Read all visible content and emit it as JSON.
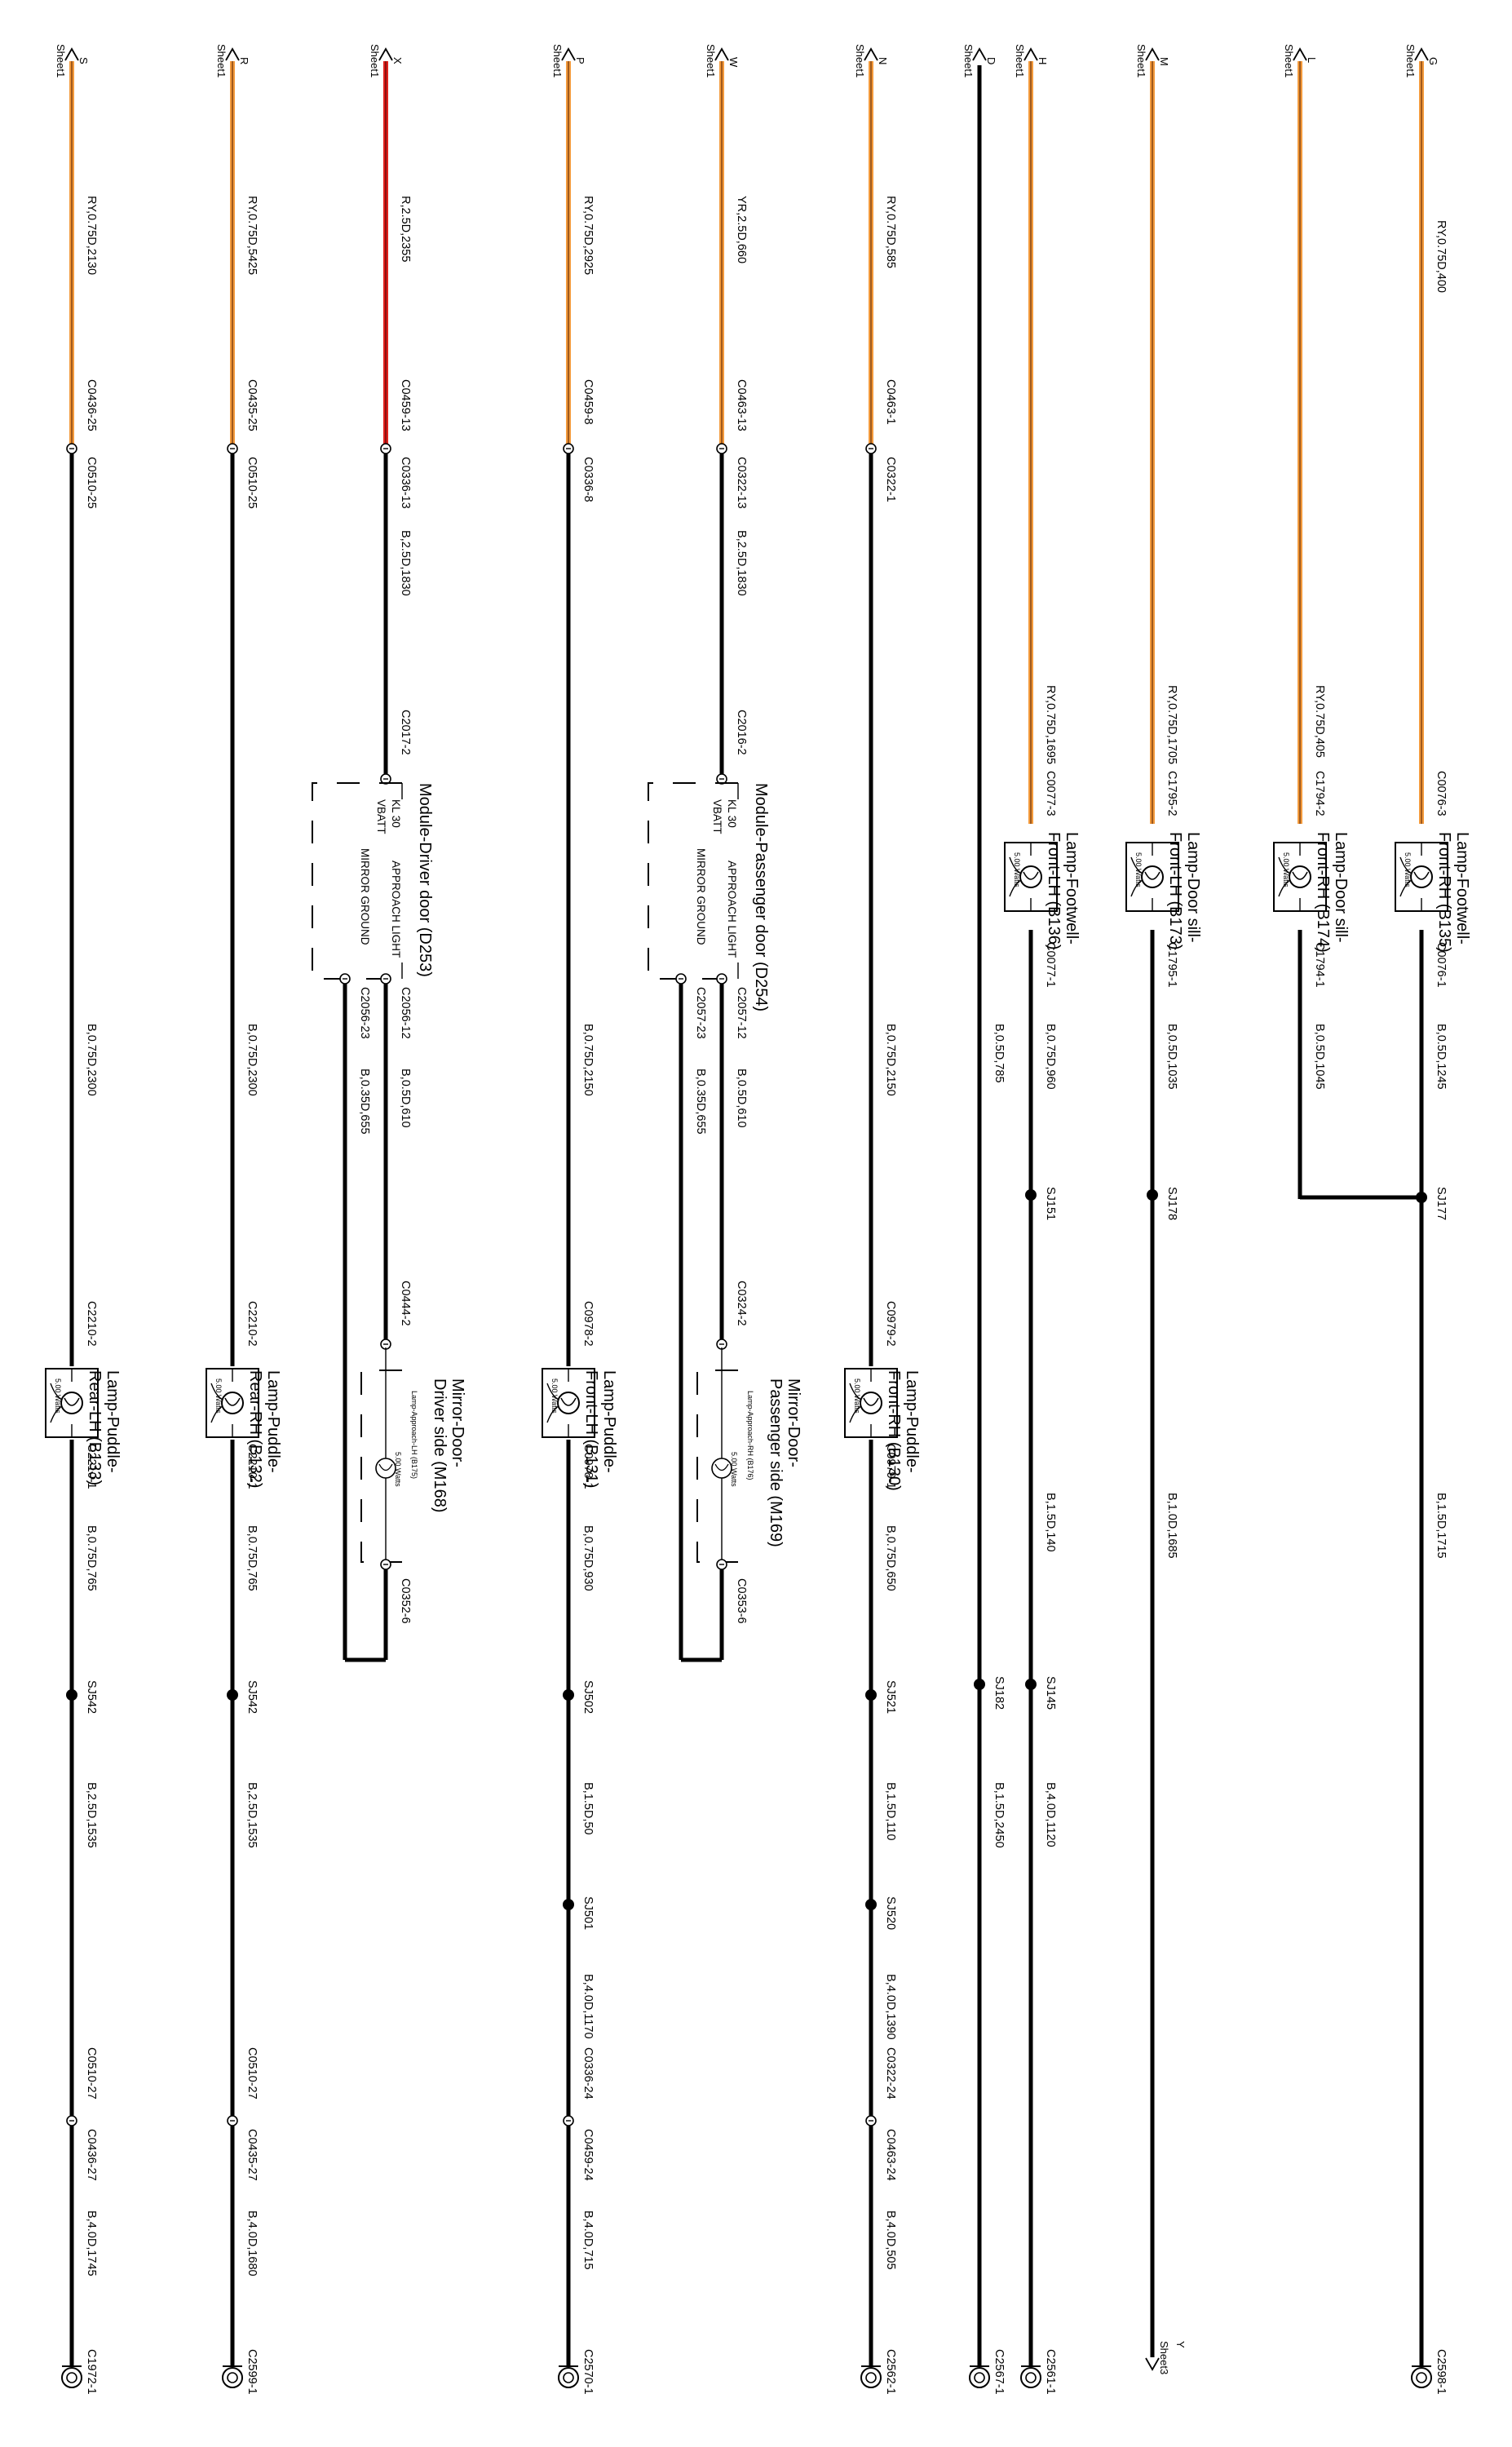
{
  "sheet_ref": "Sheet1",
  "sheet3_ref": "Sheet3",
  "watts": "5.00 Watts",
  "columns": {
    "g": {
      "letter": "G",
      "wire1": "RY,0.75D,400",
      "conn_top": "C0076-3",
      "conn_bot": "C0076-1",
      "wire2": "B,0.5D,1245",
      "splice": "SJ177",
      "wire3": "B,1.5D,1715",
      "ground": "C2598-1",
      "lamp": [
        "Lamp-Footwell-",
        "Front-RH (B135)"
      ]
    },
    "l": {
      "letter": "L",
      "wire1": "RY,0.75D,405",
      "conn_top": "C1794-2",
      "conn_bot": "C1794-1",
      "wire2": "B,0.5D,1045",
      "lamp": [
        "Lamp-Door sill-",
        "Front-RH (B174)"
      ]
    },
    "m": {
      "letter": "M",
      "wire1": "RY,0.75D,1705",
      "conn_top": "C1795-2",
      "conn_bot": "C1795-1",
      "wire2": "B,0.5D,1035",
      "splice": "SJ178",
      "wire3": "B,1.0D,1685",
      "out_letter": "Y",
      "lamp": [
        "Lamp-Door sill-",
        "Front-LH (B173)"
      ]
    },
    "h": {
      "letter": "H",
      "wire1": "RY,0.75D,1695",
      "conn_top": "C0077-3",
      "conn_bot": "C0077-1",
      "wire2": "B,0.75D,960",
      "splice": "SJ151",
      "wire3": "B,1.5D,140",
      "splice2": "SJ145",
      "wire4": "B,4.0D,1120",
      "ground": "C2561-1",
      "lamp": [
        "Lamp-Footwell-",
        "Front-LH (B136)"
      ]
    },
    "d": {
      "letter": "D",
      "wire1": "B,0.5D,785",
      "splice": "SJ182",
      "wire2": "B,1.5D,2450",
      "ground": "C2567-1"
    },
    "n": {
      "letter": "N",
      "wire1": "RY,0.75D,585",
      "conn_a": "C0463-1",
      "conn_b": "C0322-1",
      "wire2": "B,0.75D,2150",
      "conn_top": "C0979-2",
      "conn_bot": "C0979-1",
      "wire3": "B,0.75D,650",
      "splice": "SJ521",
      "wire4": "B,1.5D,110",
      "splice2": "SJ520",
      "wire5": "B,4.0D,1390",
      "conn_c": "C0322-24",
      "conn_d": "C0463-24",
      "wire6": "B,4.0D,505",
      "ground": "C2562-1",
      "lamp": [
        "Lamp-Puddle-",
        "Front-RH (B130)"
      ]
    },
    "w": {
      "letter": "W",
      "wire1": "YR,2.5D,660",
      "conn_a": "C0463-13",
      "conn_b": "C0322-13",
      "wire2": "B,2.5D,1830",
      "conn_mod": "C2016-2",
      "module": "Module-Passenger door (D254)",
      "pin_a": "KL 30",
      "pin_b": "VBATT",
      "pin_c": "APPROACH LIGHT",
      "pin_d": "MIRROR GROUND",
      "conn_out1": "C2057-12",
      "conn_out2": "C2057-23",
      "wire3": "B,0.5D,610",
      "wire4": "B,0.35D,655",
      "conn_mirror": "C0324-2",
      "conn_mirror_gnd": "C0353-6",
      "mirror": [
        "Mirror-Door-",
        "Passenger side (M169)"
      ],
      "lamp_inner": "Lamp-Approach-RH (B176)"
    },
    "p": {
      "letter": "P",
      "wire1": "RY,0.75D,2925",
      "conn_a": "C0459-8",
      "conn_b": "C0336-8",
      "wire2": "B,0.75D,2150",
      "conn_top": "C0978-2",
      "conn_bot": "C0978-1",
      "wire3": "B,0.75D,930",
      "splice": "SJ502",
      "wire4": "B,1.5D,50",
      "splice2": "SJ501",
      "wire5": "B,4.0D,1170",
      "conn_c": "C0336-24",
      "conn_d": "C0459-24",
      "wire6": "B,4.0D,715",
      "ground": "C2570-1",
      "lamp": [
        "Lamp-Puddle-",
        "Front-LH (B131)"
      ]
    },
    "x": {
      "letter": "X",
      "wire1": "R,2.5D,2355",
      "conn_a": "C0459-13",
      "conn_b": "C0336-13",
      "wire2": "B,2.5D,1830",
      "conn_mod": "C2017-2",
      "module": "Module-Driver door (D253)",
      "pin_a": "KL 30",
      "pin_b": "VBATT",
      "pin_c": "APPROACH LIGHT",
      "pin_d": "MIRROR GROUND",
      "conn_out1": "C2056-12",
      "conn_out2": "C2056-23",
      "wire3": "B,0.5D,610",
      "wire4": "B,0.35D,655",
      "conn_mirror": "C0444-2",
      "conn_mirror_gnd": "C0352-6",
      "mirror": [
        "Mirror-Door-",
        "Driver side (M168)"
      ],
      "lamp_inner": "Lamp-Approach-LH (B175)"
    },
    "r": {
      "letter": "R",
      "wire1": "RY,0.75D,5425",
      "conn_a": "C0435-25",
      "conn_b": "C0510-25",
      "wire2": "B,0.75D,2300",
      "conn_top": "C2210-2",
      "conn_bot": "C2210-1",
      "wire3": "B,0.75D,765",
      "splice": "SJ542",
      "wire4": "B,2.5D,1535",
      "conn_c": "C0510-27",
      "conn_d": "C0435-27",
      "wire5": "B,4.0D,1680",
      "ground": "C2599-1",
      "lamp": [
        "Lamp-Puddle-",
        "Rear-RH (B132)"
      ]
    },
    "s": {
      "letter": "S",
      "wire1": "RY,0.75D,2130",
      "conn_a": "C0436-25",
      "conn_b": "C0510-25",
      "wire2": "B,0.75D,2300",
      "conn_top": "C2210-2",
      "conn_bot": "C2210-1",
      "wire3": "B,0.75D,765",
      "splice": "SJ542",
      "wire4": "B,2.5D,1535",
      "conn_c": "C0510-27",
      "conn_d": "C0436-27",
      "wire5": "B,4.0D,1745",
      "ground": "C1972-1",
      "lamp": [
        "Lamp-Puddle-",
        "Rear-LH (B133)"
      ]
    }
  }
}
